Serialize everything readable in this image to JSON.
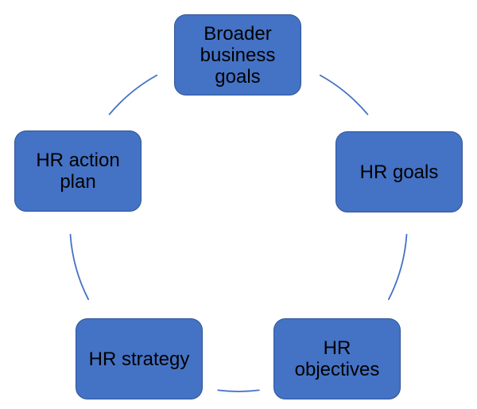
{
  "diagram": {
    "type": "cycle",
    "colors": {
      "background": "#FFFFFF",
      "node_fill": "#4472C4",
      "node_border": "#2F5597",
      "connector": "#4472C4",
      "label_text": "#000000"
    },
    "nodes": {
      "top": {
        "label": "Broader\nbusiness\ngoals"
      },
      "right": {
        "label": "HR goals"
      },
      "bottom_right": {
        "label": "HR\nobjectives"
      },
      "bottom_left": {
        "label": "HR strategy"
      },
      "left": {
        "label": "HR action\nplan"
      }
    },
    "connectors": [
      {
        "from": "top",
        "to": "right"
      },
      {
        "from": "right",
        "to": "bottom_right"
      },
      {
        "from": "bottom_right",
        "to": "bottom_left"
      },
      {
        "from": "bottom_left",
        "to": "left"
      },
      {
        "from": "left",
        "to": "top"
      }
    ]
  }
}
